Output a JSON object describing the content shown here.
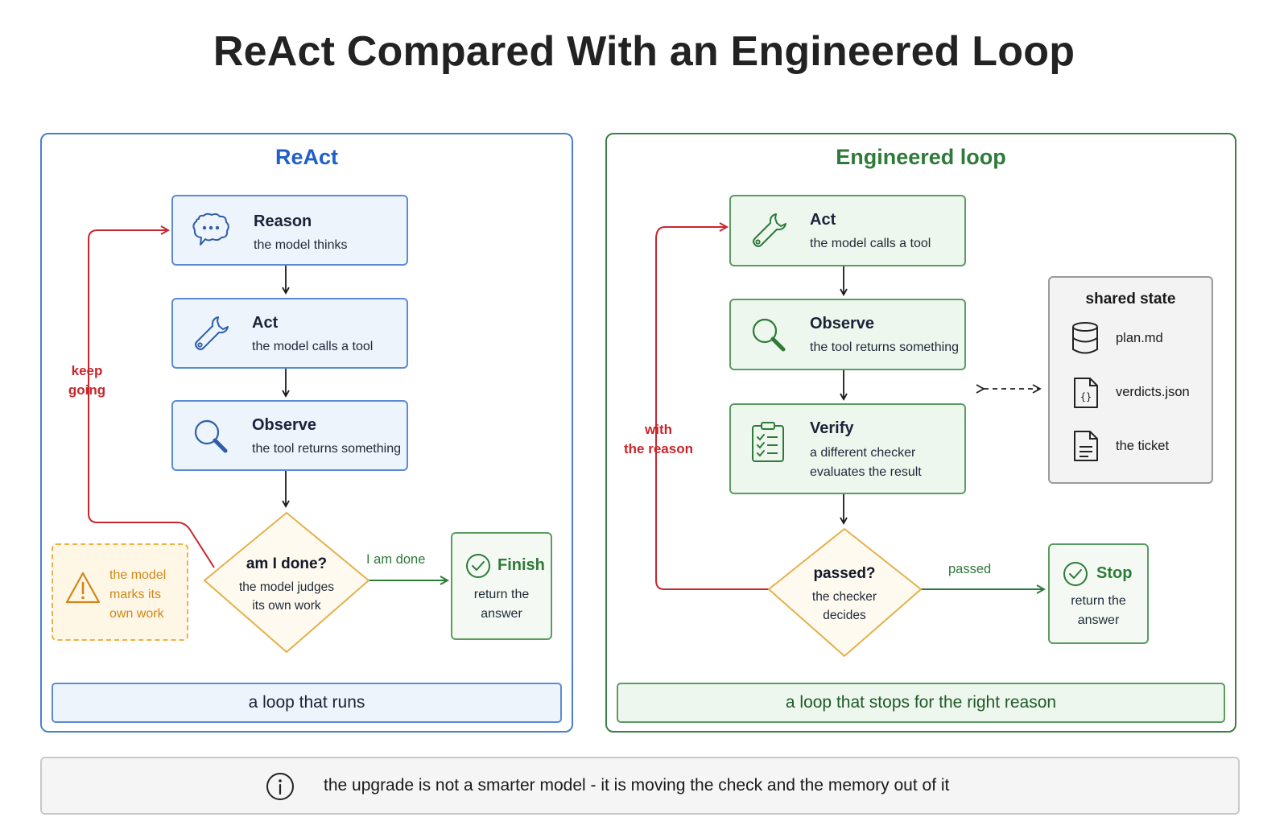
{
  "title": "ReAct Compared With an Engineered Loop",
  "left_panel": {
    "title": "ReAct",
    "reason": {
      "heading": "Reason",
      "sub": "the model thinks"
    },
    "act": {
      "heading": "Act",
      "sub": "the model calls a tool"
    },
    "observe": {
      "heading": "Observe",
      "sub": "the tool returns something"
    },
    "decision": {
      "heading": "am I done?",
      "sub_line1": "the model judges",
      "sub_line2": "its own work"
    },
    "loop_label_line1": "keep",
    "loop_label_line2": "going",
    "done_label": "I am done",
    "finish": {
      "heading": "Finish",
      "sub_line1": "return the",
      "sub_line2": "answer"
    },
    "warning": {
      "line1": "the model",
      "line2": "marks its",
      "line3": "own work"
    },
    "bottom_bar": "a loop that runs"
  },
  "right_panel": {
    "title": "Engineered loop",
    "act": {
      "heading": "Act",
      "sub": "the model calls a tool"
    },
    "observe": {
      "heading": "Observe",
      "sub": "the tool returns something"
    },
    "verify": {
      "heading": "Verify",
      "sub_line1": "a different checker",
      "sub_line2": "evaluates the result"
    },
    "decision": {
      "heading": "passed?",
      "sub_line1": "the checker",
      "sub_line2": "decides"
    },
    "loop_label_line1": "with",
    "loop_label_line2": "the reason",
    "passed_label": "passed",
    "stop": {
      "heading": "Stop",
      "sub_line1": "return the",
      "sub_line2": "answer"
    },
    "shared_state": {
      "title": "shared state",
      "items": [
        {
          "icon": "database-icon",
          "label": "plan.md"
        },
        {
          "icon": "json-file-icon",
          "label": "verdicts.json"
        },
        {
          "icon": "document-icon",
          "label": "the ticket"
        }
      ]
    },
    "bottom_bar": "a loop that stops for the right reason"
  },
  "footer": {
    "icon": "info-icon",
    "text": "the upgrade is not a smarter model - it is moving the check and the memory out of it"
  },
  "colors": {
    "blue": "#4a7fd0",
    "green": "#3f7d46",
    "red": "#c8262b",
    "amber": "#e9b24a"
  }
}
